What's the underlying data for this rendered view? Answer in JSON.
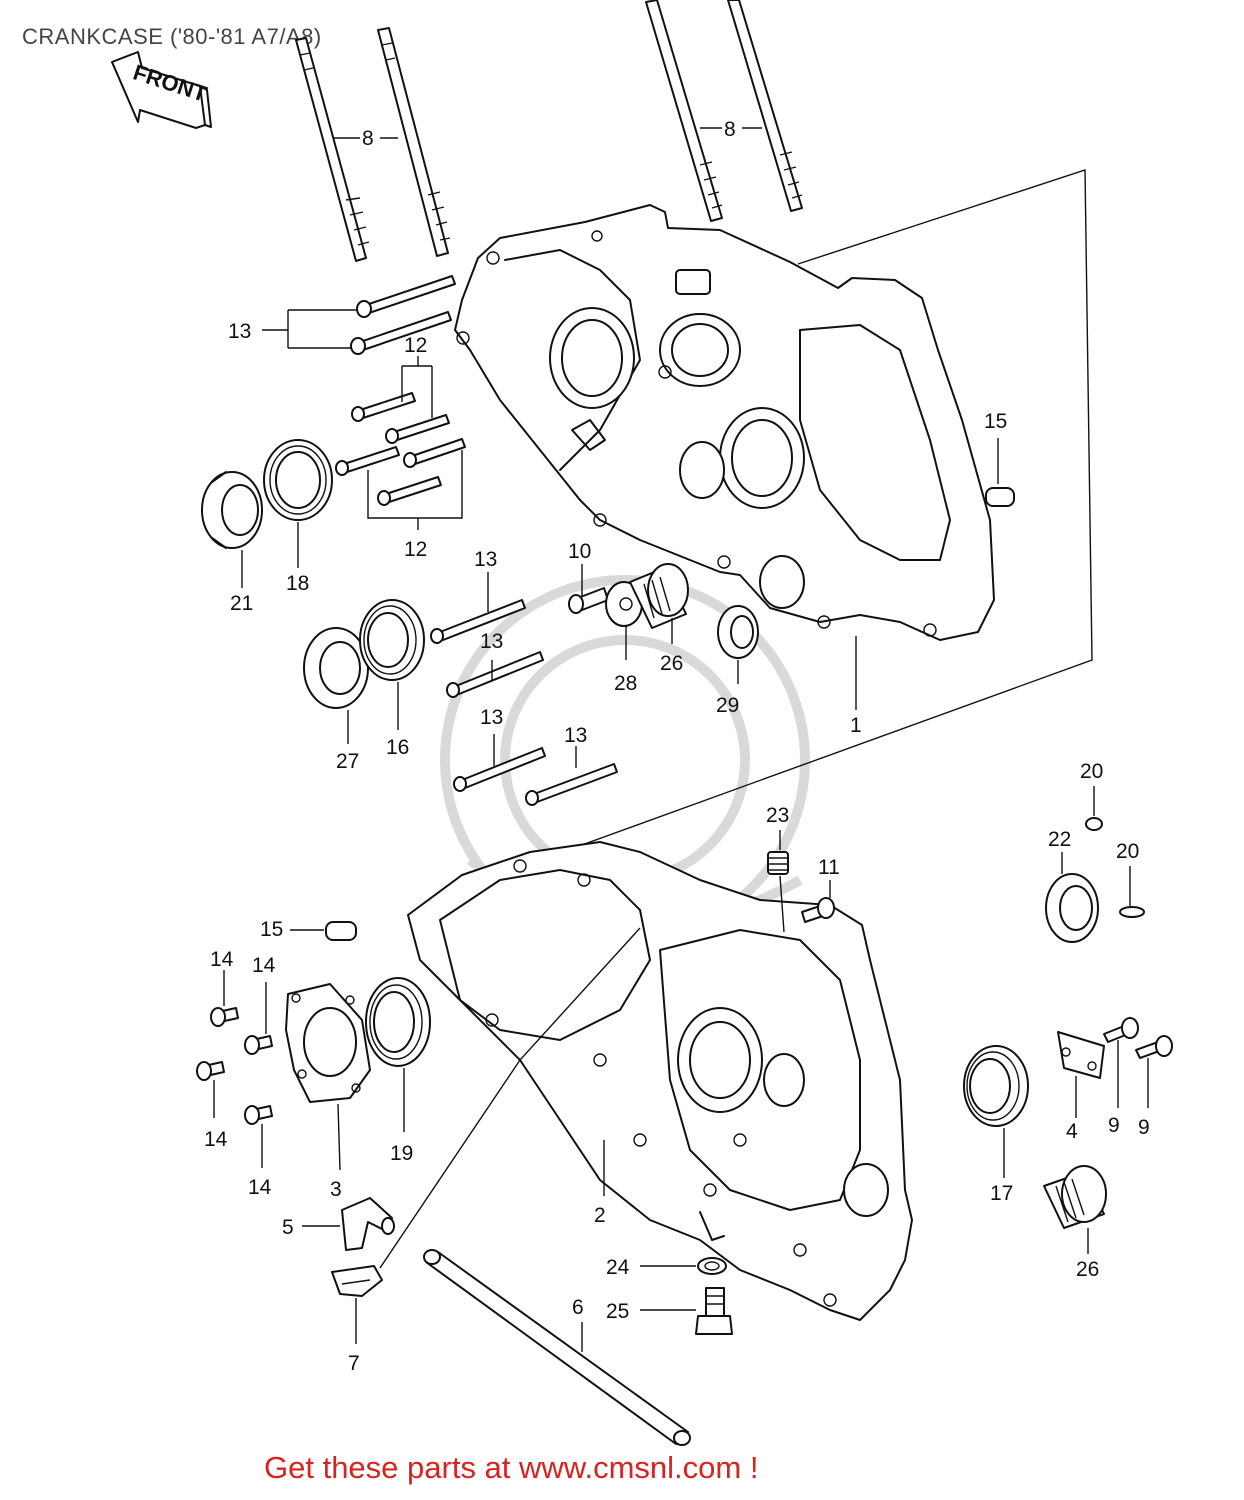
{
  "title": "CRANKCASE ('80-'81 A7/A8)",
  "front_arrow_label": "FRONT",
  "promo_text": "Get these parts at www.cmsnl.com !",
  "colors": {
    "promo": "#d9231f",
    "line": "#111111",
    "title": "#444444",
    "watermark": "#d9d9d9"
  },
  "callouts": {
    "c8a": "8",
    "c8b": "8",
    "c13a": "13",
    "c12a": "12",
    "c12b": "12",
    "c21": "21",
    "c18": "18",
    "c15a": "15",
    "c10": "10",
    "c13b": "13",
    "c13c": "13",
    "c28": "28",
    "c26a": "26",
    "c29": "29",
    "c27": "27",
    "c16": "16",
    "c1": "1",
    "c13d": "13",
    "c13e": "13",
    "c20a": "20",
    "c22": "22",
    "c20b": "20",
    "c23": "23",
    "c11": "11",
    "c15b": "15",
    "c14a": "14",
    "c14b": "14",
    "c14c": "14",
    "c14d": "14",
    "c3": "3",
    "c19": "19",
    "c5": "5",
    "c7": "7",
    "c2": "2",
    "c24": "24",
    "c25": "25",
    "c6": "6",
    "c17": "17",
    "c4": "4",
    "c9a": "9",
    "c9b": "9",
    "c26b": "26"
  }
}
